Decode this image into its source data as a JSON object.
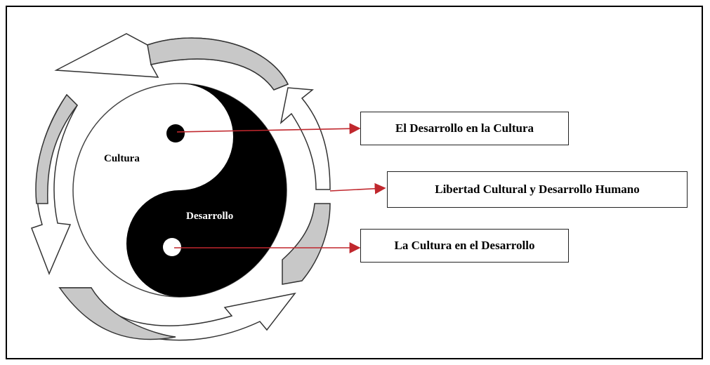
{
  "diagram": {
    "yin_yang": {
      "light_label": "Cultura",
      "dark_label": "Desarrollo"
    },
    "boxes": [
      {
        "label": "El Desarrollo en la Cultura"
      },
      {
        "label": "Libertad Cultural y Desarrollo Humano"
      },
      {
        "label": "La Cultura en el Desarrollo"
      }
    ],
    "colors": {
      "arrow_line": "#c0272d",
      "arrow_fill_gray": "#c8c8c8",
      "dark": "#000000",
      "light": "#ffffff"
    }
  }
}
